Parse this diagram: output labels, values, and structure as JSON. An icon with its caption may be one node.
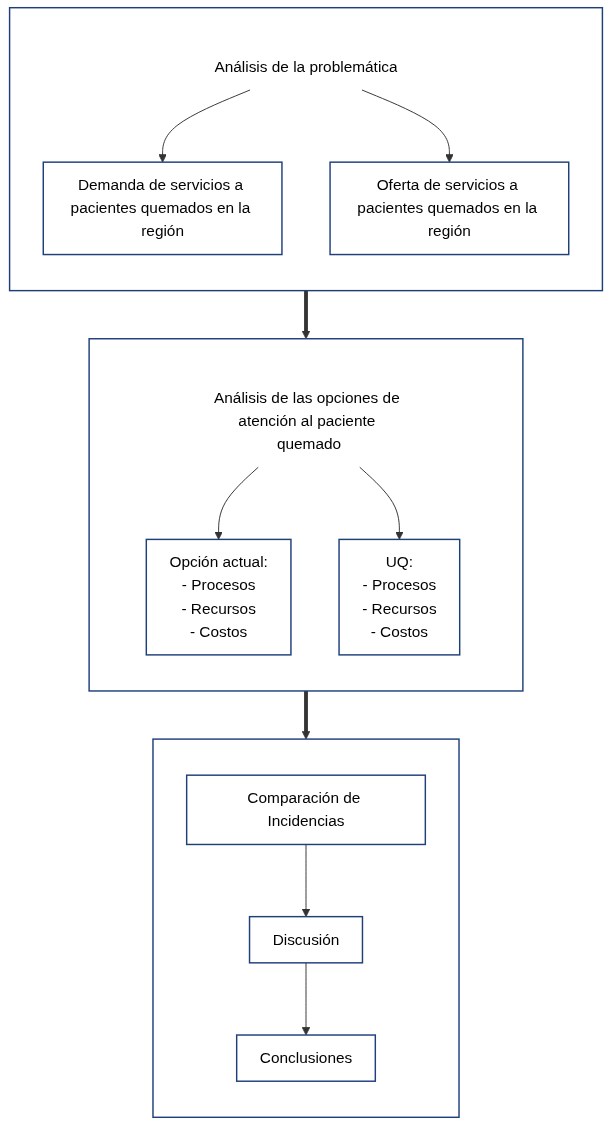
{
  "diagram": {
    "nodes": [
      {
        "text": [],
        "shape": "box"
      },
      {
        "text": [
          "Análisis de la problemática"
        ],
        "in": 0
      },
      {
        "text": [
          "Demanda de servicios a pacientes quemados en la región"
        ],
        "in": 0
      },
      {
        "text": [
          "Oferta de servicios a pacientes quemados en la región"
        ],
        "in": 0
      },
      {
        "text": [],
        "shape": "box"
      },
      {
        "text": [
          "Análisis de las opciones de atención al paciente quemado"
        ],
        "in": 4
      },
      {
        "text": [
          "Opción actual:",
          "- Procesos",
          "- Recursos",
          "- Costos"
        ],
        "in": 4
      },
      {
        "text": [
          "UQ:",
          "- Procesos",
          "- Recursos",
          "- Costos"
        ],
        "in": 4
      },
      {
        "text": [],
        "shape": "box"
      },
      {
        "text": [
          "Comparación de Incidencias"
        ],
        "in": 8
      },
      {
        "text": [
          "Discusión"
        ],
        "in": 8
      },
      {
        "text": [
          "Conclusiones"
        ],
        "in": 8
      }
    ],
    "edges": [
      {
        "from": 1,
        "to": 2,
        "arrow": "to"
      },
      {
        "from": 1,
        "to": 3,
        "arrow": "to"
      },
      {
        "from": 0,
        "to": 4,
        "arrow": "to",
        "style": "thick"
      },
      {
        "from": 5,
        "to": 6,
        "arrow": "to"
      },
      {
        "from": 5,
        "to": 7,
        "arrow": "to"
      },
      {
        "from": 4,
        "to": 8,
        "arrow": "to",
        "style": "thick"
      },
      {
        "from": 9,
        "to": 10,
        "arrow": "to"
      },
      {
        "from": 10,
        "to": 11,
        "arrow": "to"
      }
    ]
  }
}
